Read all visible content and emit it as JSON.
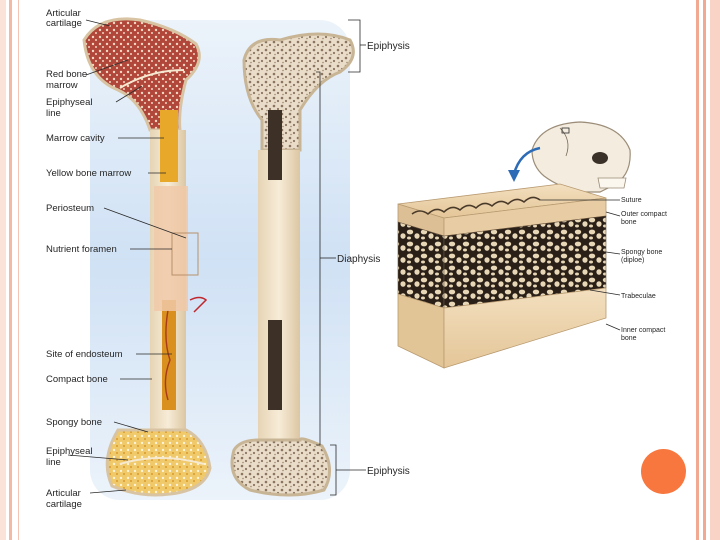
{
  "colors": {
    "border_accent": "#f2a992",
    "orange_dot": "#f7773f",
    "red_marrow": "#a8352a",
    "yellow_marrow": "#e6a82a",
    "bone_beige": "#f0dfc3",
    "background_blue": "#b7d3ef"
  },
  "left_labels": {
    "articular_top_1": "Articular",
    "articular_top_2": "cartilage",
    "red_marrow_1": "Red bone",
    "red_marrow_2": "marrow",
    "epiphyseal_top_1": "Epiphyseal",
    "epiphyseal_top_2": "line",
    "marrow_cavity": "Marrow cavity",
    "yellow_marrow": "Yellow bone marrow",
    "periosteum": "Periosteum",
    "nutrient_foramen": "Nutrient foramen",
    "endosteum": "Site of endosteum",
    "compact_bone": "Compact bone",
    "spongy_bone": "Spongy bone",
    "epiphyseal_bottom_1": "Epiphyseal",
    "epiphyseal_bottom_2": "line",
    "articular_bottom_1": "Articular",
    "articular_bottom_2": "cartilage"
  },
  "right_labels": {
    "epiphysis_top": "Epiphysis",
    "diaphysis": "Diaphysis",
    "epiphysis_bottom": "Epiphysis"
  },
  "inset_labels": {
    "suture": "Suture",
    "outer_compact_1": "Outer compact",
    "outer_compact_2": "bone",
    "spongy_1": "Spongy bone",
    "spongy_2": "(diploe)",
    "trabeculae": "Trabeculae",
    "inner_compact_1": "Inner compact",
    "inner_compact_2": "bone"
  }
}
